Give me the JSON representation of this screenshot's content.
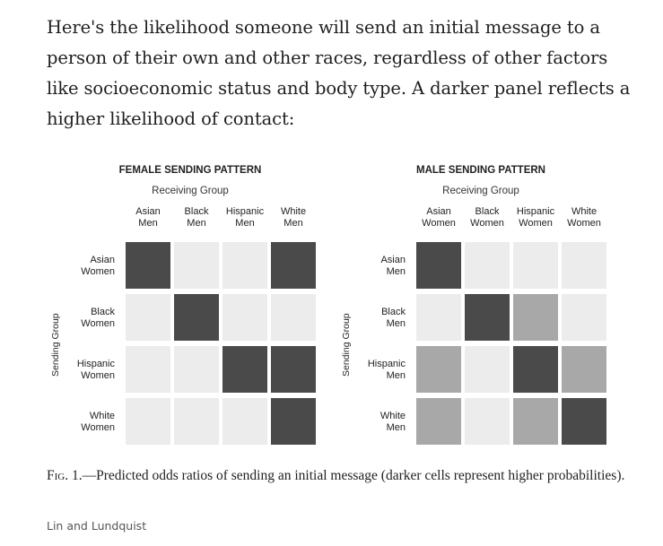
{
  "intro_text": "Here's the likelihood someone will send an initial message to a person of their own and other races, regardless of other factors like socioeconomic status and body type. A darker panel reflects a higher likelihood of contact:",
  "chart_data": [
    {
      "type": "heatmap",
      "title": "FEMALE SENDING PATTERN",
      "xlabel": "Receiving Group",
      "ylabel": "Sending Group",
      "columns": [
        "Asian\nMen",
        "Black\nMen",
        "Hispanic\nMen",
        "White\nMen"
      ],
      "rows": [
        "Asian\nWomen",
        "Black\nWomen",
        "Hispanic\nWomen",
        "White\nWomen"
      ],
      "levels": [
        [
          3,
          0,
          0,
          3
        ],
        [
          0,
          3,
          0,
          0
        ],
        [
          0,
          0,
          3,
          3
        ],
        [
          0,
          0,
          0,
          3
        ]
      ]
    },
    {
      "type": "heatmap",
      "title": "MALE SENDING PATTERN",
      "xlabel": "Receiving Group",
      "ylabel": "Sending Group",
      "columns": [
        "Asian\nWomen",
        "Black\nWomen",
        "Hispanic\nWomen",
        "White\nWomen"
      ],
      "rows": [
        "Asian\nMen",
        "Black\nMen",
        "Hispanic\nMen",
        "White\nMen"
      ],
      "levels": [
        [
          3,
          0,
          0,
          0
        ],
        [
          0,
          3,
          2,
          0
        ],
        [
          2,
          0,
          3,
          2
        ],
        [
          2,
          0,
          2,
          3
        ]
      ]
    }
  ],
  "level_colors": [
    "#ececec",
    "#d6d6d6",
    "#a8a8a8",
    "#4a4a4a"
  ],
  "caption": {
    "fig_label": "Fig. 1.",
    "text": "—Predicted odds ratios of sending an initial message (darker cells represent higher probabilities)."
  },
  "credit": "Lin and Lundquist"
}
